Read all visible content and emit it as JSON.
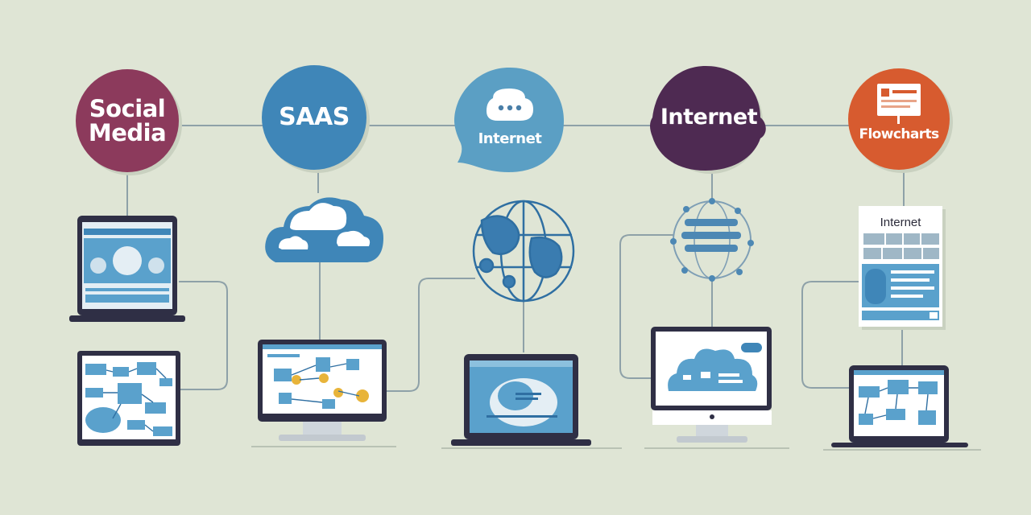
{
  "nodes": [
    {
      "id": "social-media",
      "line1": "Social",
      "line2": "Media",
      "color": "#8c3a5c"
    },
    {
      "id": "saas",
      "line1": "SAAS",
      "line2": "",
      "color": "#3f86b8"
    },
    {
      "id": "internet-cloud",
      "line1": "Internet",
      "line2": "",
      "color": "#5b9fc4"
    },
    {
      "id": "internet",
      "line1": "Internet",
      "line2": "",
      "color": "#4e2a52"
    },
    {
      "id": "flowcharts",
      "line1": "Flowcharts",
      "line2": "",
      "color": "#d75b2f"
    }
  ],
  "document": {
    "title": "Internet"
  },
  "colors": {
    "background": "#dfe5d5",
    "connector": "#8ea1a8",
    "device_frame": "#2f2f45",
    "screen": "#5aa1cc",
    "screen_light": "#e4eef4",
    "accent_yellow": "#e8b43a",
    "cloud_blue": "#3f86b8"
  },
  "icons": [
    "chat-bubble-icon",
    "cloud-icon",
    "globe-icon",
    "network-globe-icon",
    "presentation-board-icon",
    "laptop-icon",
    "monitor-icon",
    "tablet-icon"
  ]
}
